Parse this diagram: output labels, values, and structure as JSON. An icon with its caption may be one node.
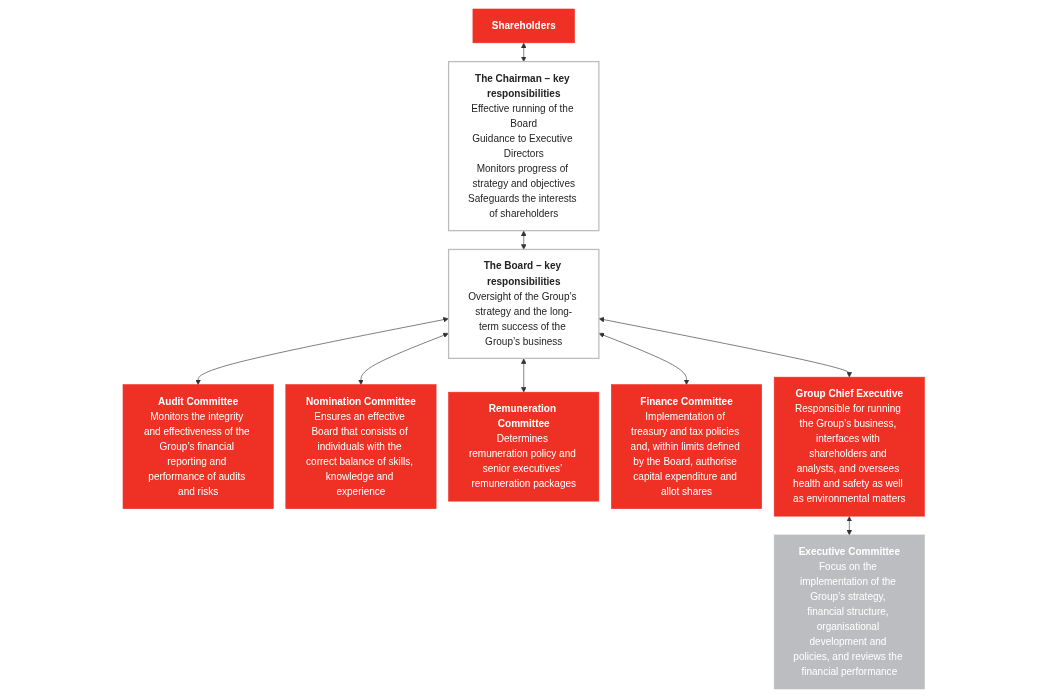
{
  "diagram": {
    "nodes": [
      {
        "text": [
          "Shareholders"
        ]
      },
      {
        "text": [
          "The Chairman – key responsibilities",
          "Effective running of the Board",
          "Guidance to Executive Directors",
          "Monitors progress of strategy and objectives",
          "Safeguards the interests of shareholders"
        ]
      },
      {
        "text": [
          "The Board – key responsibilities",
          "Oversight of the Group’s strategy and the long-term success of the Group’s business"
        ]
      },
      {
        "text": [
          "Audit Committee",
          "Monitors the integrity and effectiveness of the Group’s financial reporting and performance of audits and risks"
        ]
      },
      {
        "text": [
          "Nomination Committee",
          "Ensures an effective Board that consists of individuals with the correct balance of skills, knowledge and experience"
        ]
      },
      {
        "text": [
          "Remuneration Committee",
          "Determines remuneration policy and senior executives’ remuneration packages"
        ]
      },
      {
        "text": [
          "Finance Committee",
          "Implementation of treasury and tax policies and, within limits defined by the Board, authorise capital expenditure and allot shares"
        ]
      },
      {
        "text": [
          "Group Chief Executive",
          "Responsible for running the Group’s business, interfaces with shareholders and analysts, and oversees health and safety as well as environmental matters"
        ]
      },
      {
        "text": [
          "Executive Committee",
          "Focus on the implementation of the Group’s strategy, financial structure, organisational development and policies, and reviews the financial performance"
        ]
      }
    ],
    "edges": [
      {
        "from": 0,
        "to": 1,
        "arrow": "both"
      },
      {
        "from": 1,
        "to": 2,
        "arrow": "both"
      },
      {
        "from": 2,
        "to": 3,
        "arrow": "both"
      },
      {
        "from": 2,
        "to": 4,
        "arrow": "both"
      },
      {
        "from": 2,
        "to": 5,
        "arrow": "both"
      },
      {
        "from": 2,
        "to": 6,
        "arrow": "both"
      },
      {
        "from": 2,
        "to": 7,
        "arrow": "both"
      },
      {
        "from": 7,
        "to": 8,
        "arrow": "both"
      }
    ]
  }
}
